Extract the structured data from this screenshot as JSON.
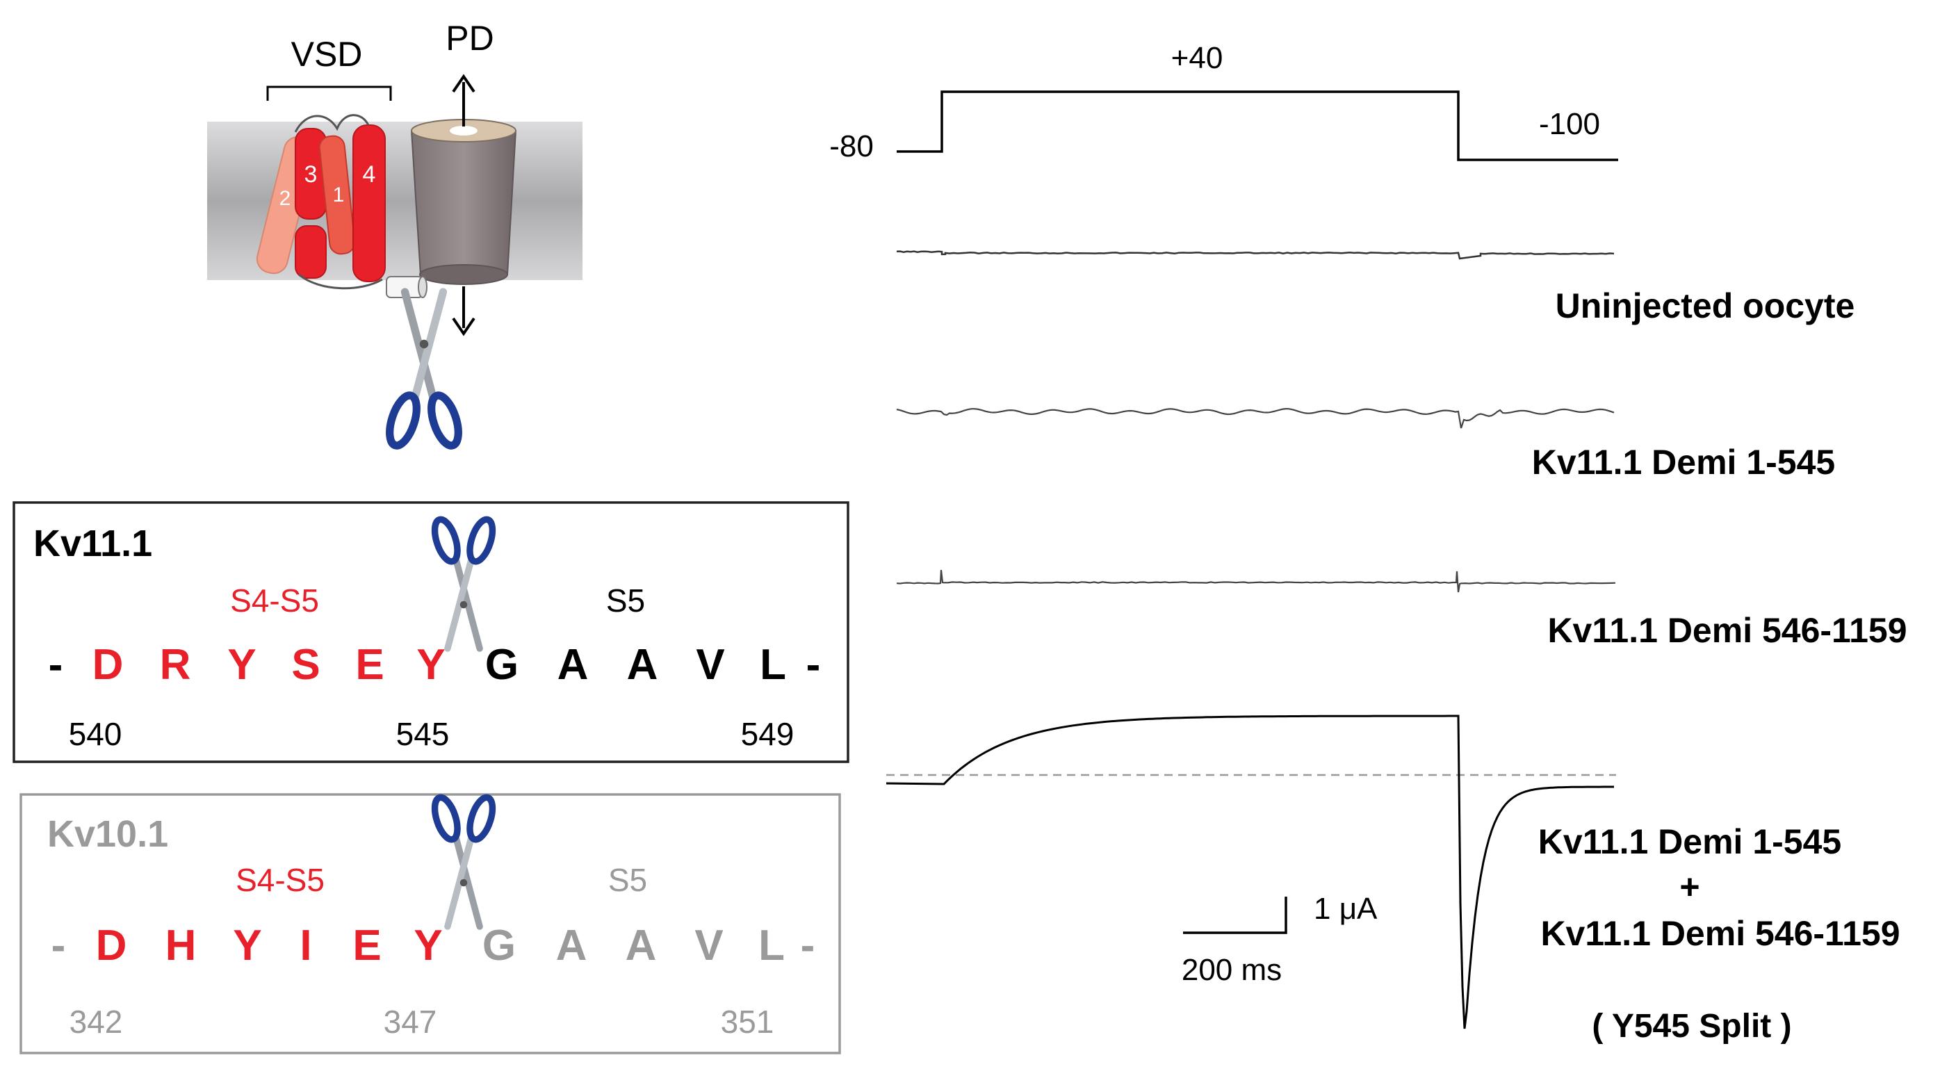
{
  "cartoon": {
    "vsd_label": "VSD",
    "pd_label": "PD",
    "helix_numbers": [
      "2",
      "3",
      "1",
      "4"
    ]
  },
  "seq_kv111": {
    "title": "Kv11.1",
    "s4s5_label": "S4-S5",
    "s5_label": "S5",
    "dash": "-",
    "red_residues": [
      "D",
      "R",
      "Y",
      "S",
      "E",
      "Y"
    ],
    "black_residues": [
      "G",
      "A",
      "A",
      "V",
      "L"
    ],
    "positions": [
      "540",
      "545",
      "549"
    ]
  },
  "seq_kv101": {
    "title": "Kv10.1",
    "s4s5_label": "S4-S5",
    "s5_label": "S5",
    "dash": "-",
    "red_residues": [
      "D",
      "H",
      "Y",
      "I",
      "E",
      "Y"
    ],
    "grey_residues": [
      "G",
      "A",
      "A",
      "V",
      "L"
    ],
    "positions": [
      "342",
      "347",
      "351"
    ]
  },
  "protocol": {
    "hold_label": "-80",
    "step_label": "+40",
    "tail_label": "-100"
  },
  "traces": {
    "uninjected_label": "Uninjected oocyte",
    "demi1_label": "Kv11.1 Demi 1-545",
    "demi2_label": "Kv11.1 Demi 546-1159",
    "combo_line1": "Kv11.1 Demi 1-545",
    "combo_plus": "+",
    "combo_line2": "Kv11.1 Demi 546-1159",
    "combo_note": "( Y545 Split )"
  },
  "scale_bar": {
    "current_label": "1 μA",
    "time_label": "200 ms"
  },
  "colors": {
    "red": "#e8202a",
    "salmon": "#f4a08a",
    "grey_cyl": "#8e8486",
    "membrane": "#c0c0c2",
    "scissor_blue": "#1f3c94",
    "grey_text": "#9a9a9a"
  }
}
